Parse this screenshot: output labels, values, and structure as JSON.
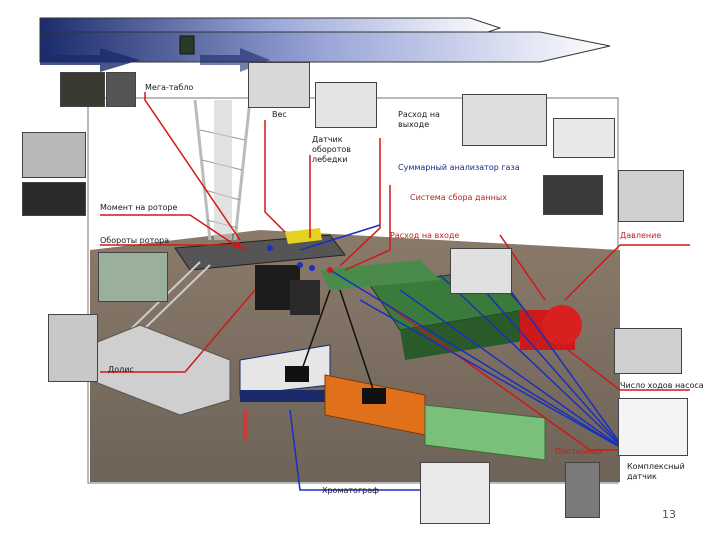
{
  "labels": {
    "mega_tablo": "Мега-табло",
    "ves": "Вес",
    "rashod_vyhod": "Расход на\nвыходе",
    "datchik_oborotov": "Датчик\nоборотов\nлебедки",
    "summarny_analizator": "Суммарный анализатор газа",
    "moment_rotor": "Момент на роторе",
    "sistema_sbora": "Система сбора данных",
    "oboroty_rotora": "Обороты ротора",
    "rashod_vhod": "Расход на входе",
    "davlenie": "Давление",
    "dolis": "Долис",
    "chislo_hodov": "Число ходов насоса",
    "kompleksny_datchik": "Комплексный\nдатчик",
    "hromatograf": "Хроматограф",
    "plotnomer": "Плотномер"
  },
  "page_number": "13",
  "colors": {
    "red_line": "#d01818",
    "blue_line": "#1830c0",
    "arrow_fill_start": "#1a2a6a",
    "arrow_fill_end": "#ffffff"
  }
}
